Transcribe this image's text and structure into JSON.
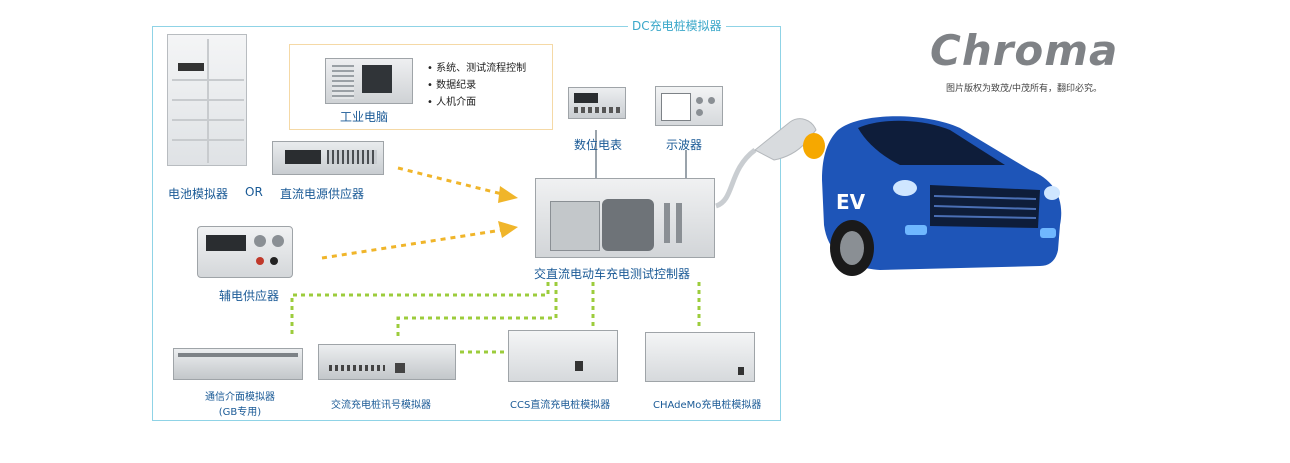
{
  "frame": {
    "title": "DC充电桩模拟器"
  },
  "industrial_pc": {
    "label": "工业电脑",
    "bullets": [
      "系统、测试流程控制",
      "数据纪录",
      "人机介面"
    ]
  },
  "devices": {
    "battery_simulator": "电池模拟器",
    "or_text": "OR",
    "dc_power_supply": "直流电源供应器",
    "aux_power_supply": "辅电供应器",
    "digital_meter": "数位电表",
    "oscilloscope": "示波器",
    "controller": "交直流电动车充电测试控制器",
    "comm_interface_line1": "通信介面模拟器",
    "comm_interface_line2": "(GB专用)",
    "ac_charger_sim": "交流充电桩讯号模拟器",
    "ccs_sim": "CCS直流充电桩模拟器",
    "chademo_sim": "CHAdeMo充电桩模拟器"
  },
  "car": {
    "badge": "EV"
  },
  "brand": {
    "logo": "Chroma",
    "copyright": "图片版权为致茂/中茂所有，翻印必究。"
  },
  "colors": {
    "frame": "#8fd3e6",
    "label": "#1a5a96",
    "orange_arrow": "#f0b52a",
    "green_link": "#9ccc3c",
    "car_body": "#1e55b8"
  }
}
